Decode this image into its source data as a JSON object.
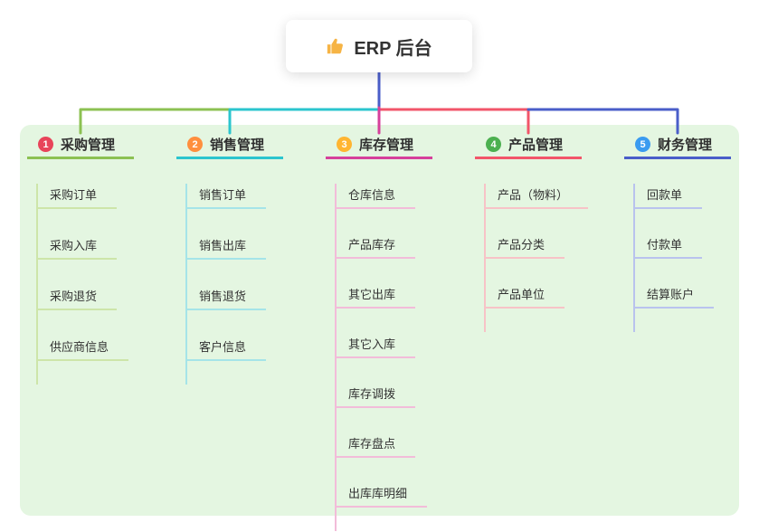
{
  "root": {
    "icon": "thumbs-up",
    "title": "ERP 后台"
  },
  "theme": {
    "panel_background": "#E4F6E1",
    "root_background": "#FFFFFF"
  },
  "branches": [
    {
      "num": "1",
      "label": "采购管理",
      "colors": {
        "badge": "#E8445A",
        "line": "#8CC152",
        "child_line": "#CDE5A9"
      },
      "children": [
        "采购订单",
        "采购入库",
        "采购退货",
        "供应商信息"
      ]
    },
    {
      "num": "2",
      "label": "销售管理",
      "colors": {
        "badge": "#FF8F3E",
        "line": "#2BC5CE",
        "child_line": "#A5E4E8"
      },
      "children": [
        "销售订单",
        "销售出库",
        "销售退货",
        "客户信息"
      ]
    },
    {
      "num": "3",
      "label": "库存管理",
      "colors": {
        "badge": "#FFB531",
        "line": "#D6409B",
        "child_line": "#F2BCD9"
      },
      "children": [
        "仓库信息",
        "产品库存",
        "其它出库",
        "其它入库",
        "库存调拨",
        "库存盘点",
        "出库库明细"
      ]
    },
    {
      "num": "4",
      "label": "产品管理",
      "colors": {
        "badge": "#4CB050",
        "line": "#F2556A",
        "child_line": "#F7C3C7"
      },
      "children": [
        "产品（物料）",
        "产品分类",
        "产品单位"
      ]
    },
    {
      "num": "5",
      "label": "财务管理",
      "colors": {
        "badge": "#3A9BF0",
        "line": "#4A5EC9",
        "child_line": "#B9C3EE"
      },
      "children": [
        "回款单",
        "付款单",
        "结算账户"
      ]
    }
  ]
}
